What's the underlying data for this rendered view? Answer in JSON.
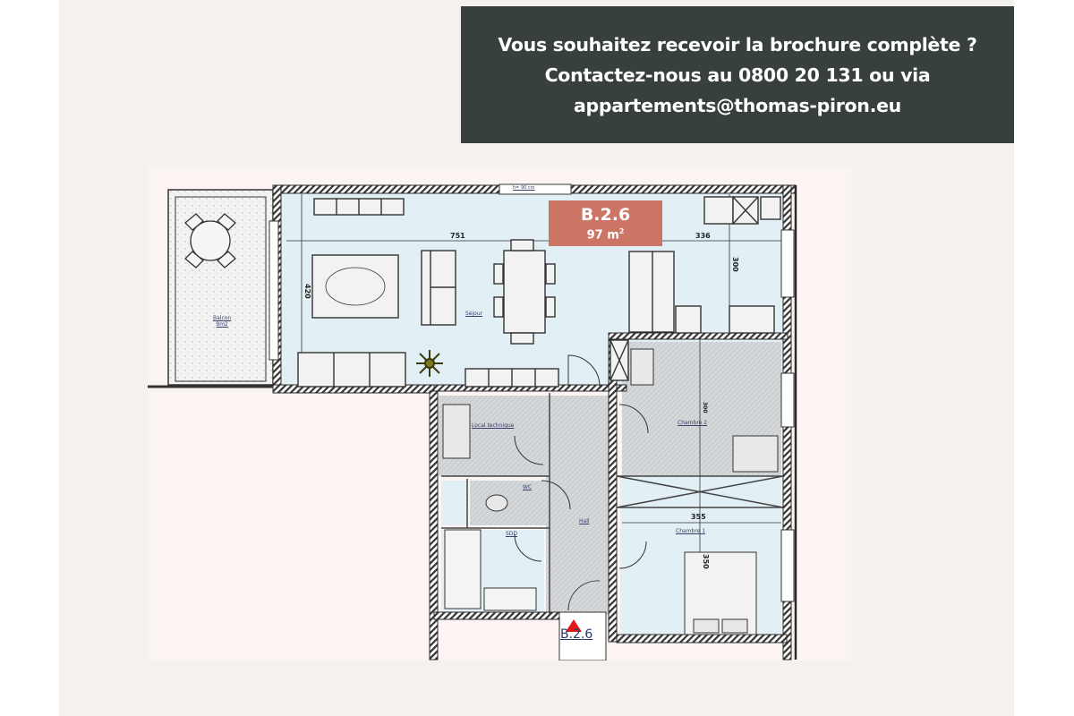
{
  "banner": {
    "lines": [
      "Vous souhaitez recevoir la brochure complète ?",
      "Contactez-nous au 0800 20 131 ou via",
      "appartements@thomas-piron.eu"
    ],
    "background": "#37403d",
    "text_color": "#ffffff"
  },
  "plan": {
    "unit_badge": {
      "code": "B.2.6",
      "area_value": "97",
      "area_unit": "m",
      "area_exp": "2",
      "color": "#cc7564"
    },
    "entrance_label": "B.2.6",
    "rooms": {
      "balcony": {
        "name": "Balcon",
        "area": "9m2"
      },
      "living": "Séjour",
      "technical": "Local technique",
      "wc": "WC",
      "bathroom": "SDD",
      "hall": "Hall",
      "bedroom2": "Chambre 2",
      "bedroom1": "Chambre 1"
    },
    "dimensions": {
      "living_width": "751",
      "kitchen_width": "336",
      "kitchen_depth": "300",
      "living_depth": "420",
      "bedroom2_depth": "300",
      "bedroom1_width": "355",
      "bedroom1_depth": "350"
    },
    "window_note": "h= 90 cm",
    "colors": {
      "day_zone": "#e2f0f6",
      "service_zone": "#d3d7d9",
      "wall": "#2b2b2b",
      "terrace": "#f2f2f2"
    }
  }
}
